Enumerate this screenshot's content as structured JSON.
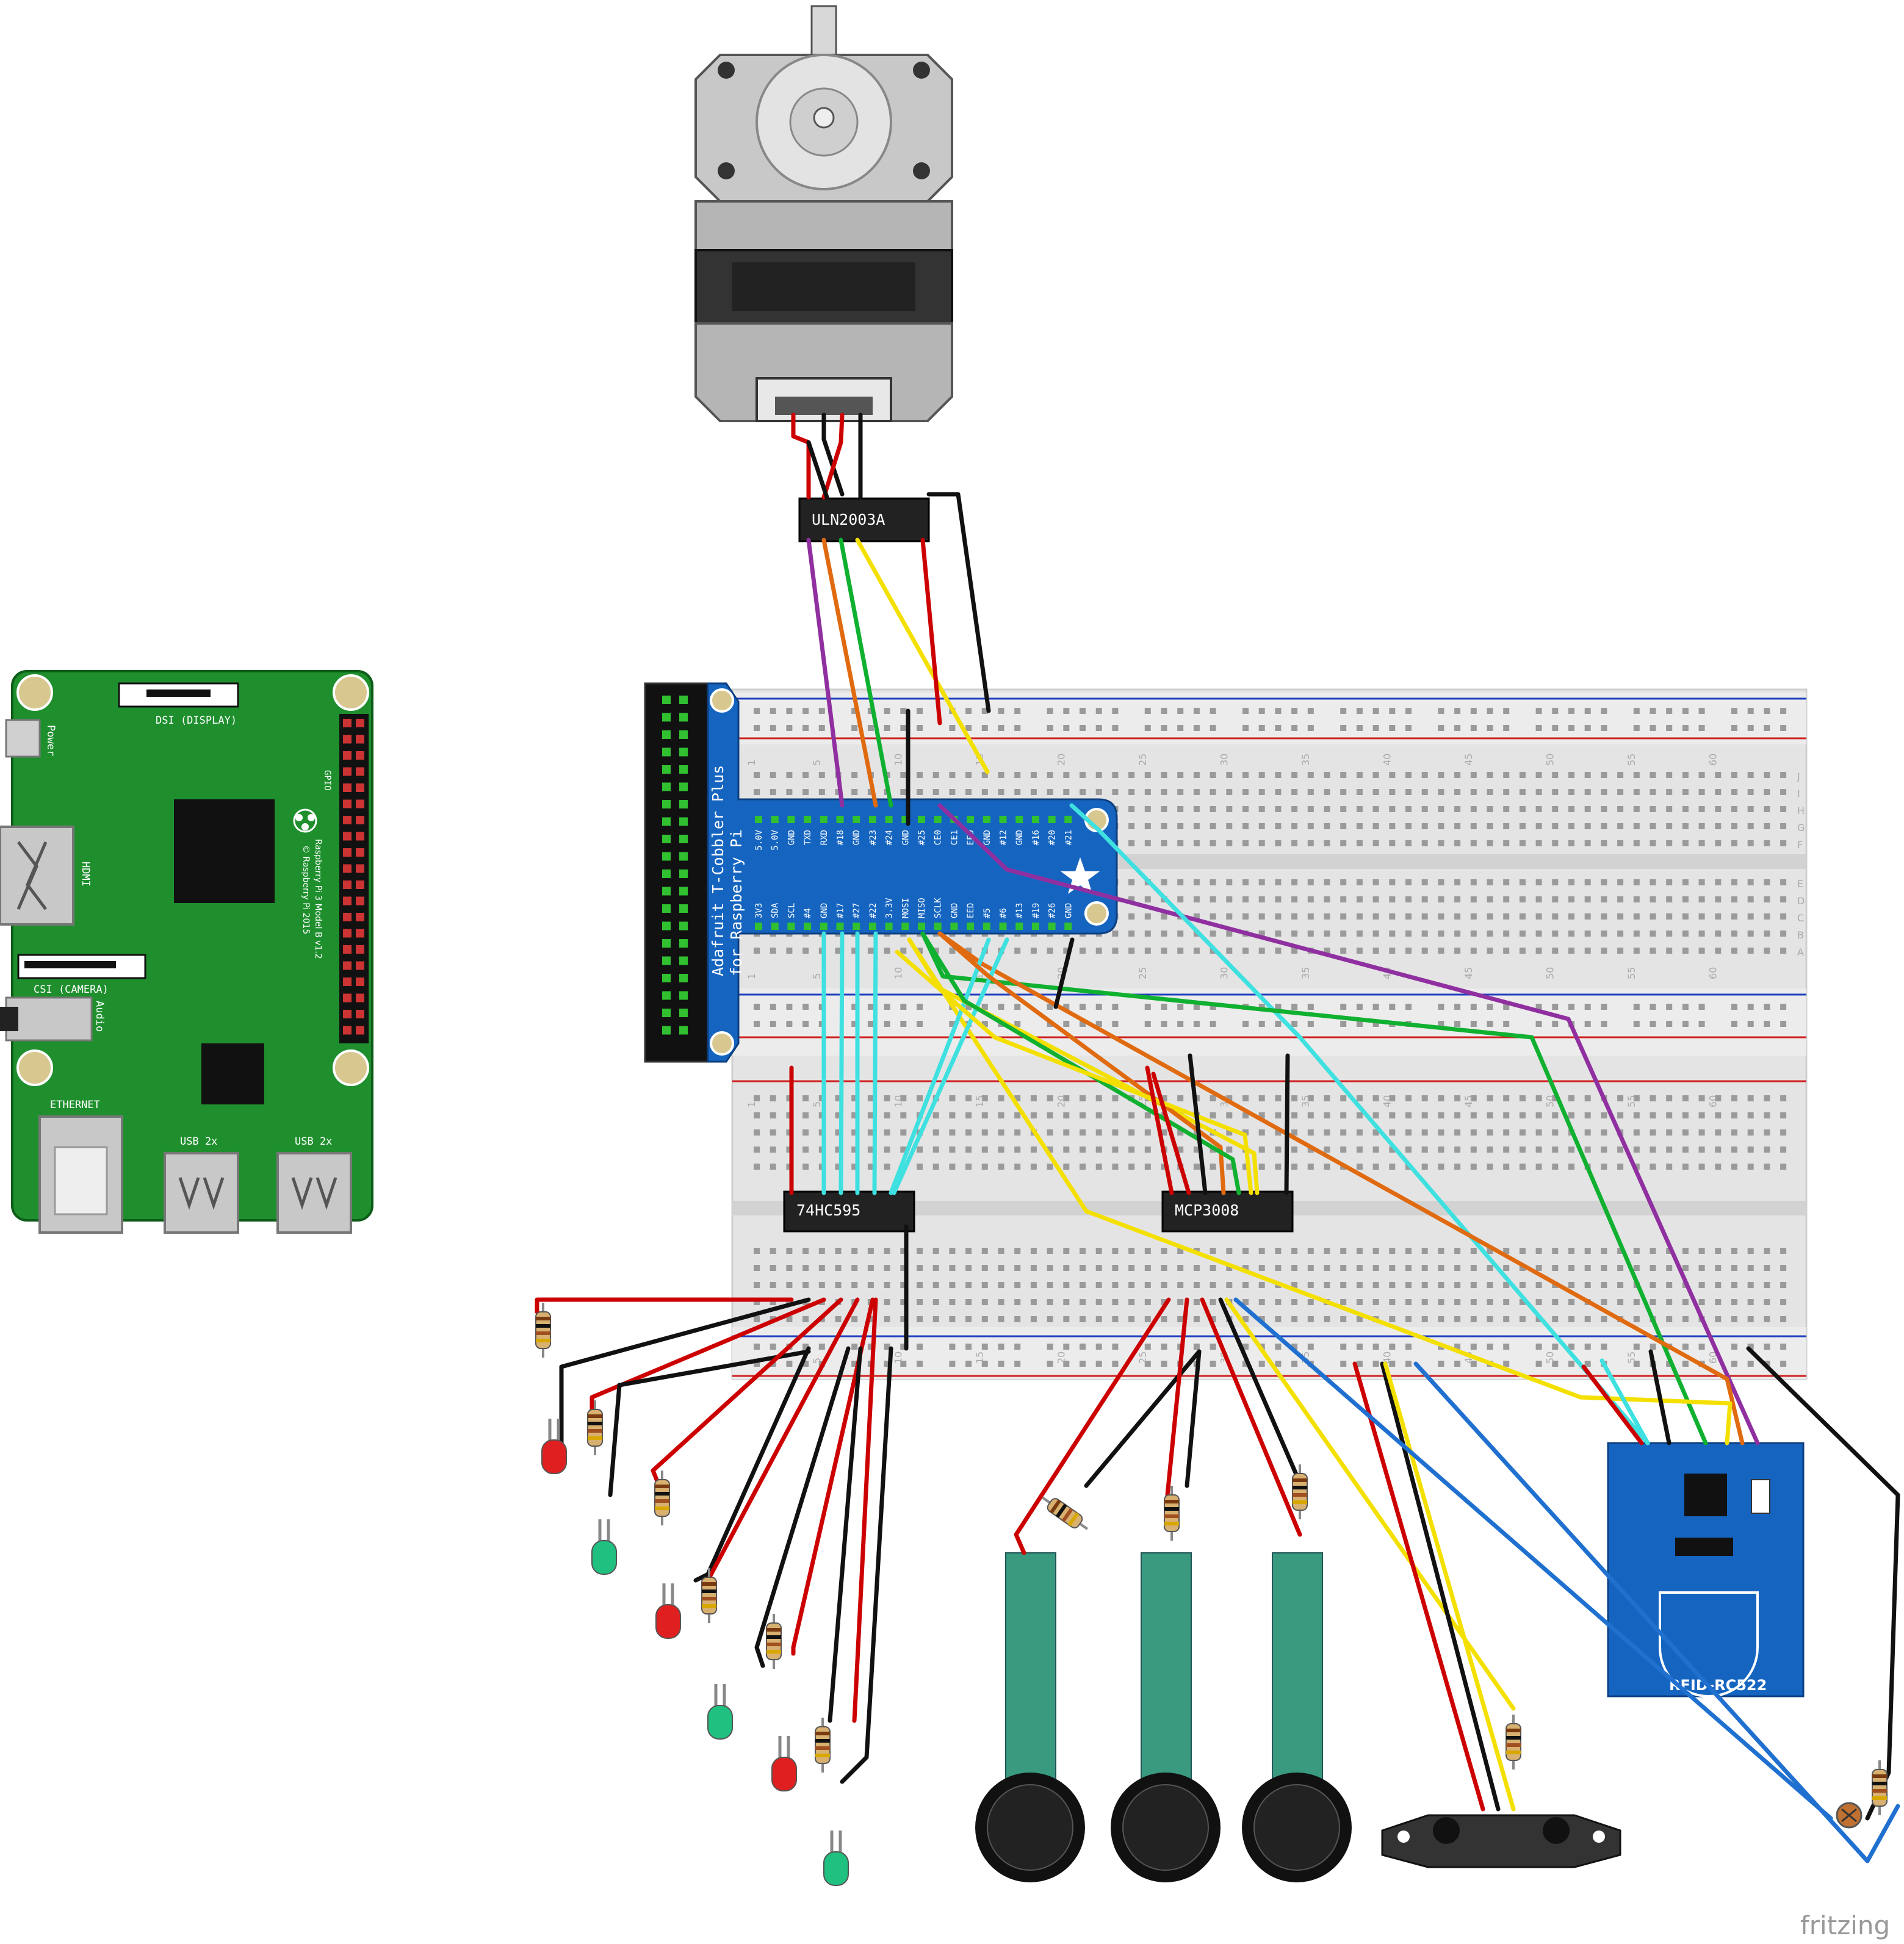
{
  "raspberry_pi": {
    "power_label": "Power",
    "dsi_label": "DSI (DISPLAY)",
    "hdmi_label": "HDMI",
    "csi_label": "CSI (CAMERA)",
    "audio_label": "Audio",
    "ethernet_label": "ETHERNET",
    "usb_left_label": "USB 2x",
    "usb_right_label": "USB 2x",
    "gpio_label": "GPIO",
    "model_label": "Raspberry Pi 3 Model B v1.2",
    "copyright_label": "© Raspberry Pi 2015"
  },
  "cobbler": {
    "title_line1": "Adafruit T-Cobbler Plus",
    "title_line2": "for Raspberry Pi",
    "top_pins": [
      "5.0V",
      "5.0V",
      "GND",
      "TXD",
      "RXD",
      "#18",
      "GND",
      "#23",
      "#24",
      "GND",
      "#25",
      "CE0",
      "CE1",
      "EED",
      "GND",
      "#12",
      "GND",
      "#16",
      "#20",
      "#21"
    ],
    "bottom_pins": [
      "3V3",
      "SDA",
      "SCL",
      "#4",
      "GND",
      "#17",
      "#27",
      "#22",
      "3.3V",
      "MOSI",
      "MISO",
      "SCLK",
      "GND",
      "EED",
      "#5",
      "#6",
      "#13",
      "#19",
      "#26",
      "GND"
    ]
  },
  "breadboard": {
    "column_numbers": [
      "1",
      "5",
      "10",
      "15",
      "20",
      "25",
      "30",
      "35",
      "40",
      "45",
      "50",
      "55",
      "60"
    ],
    "row_letters_top": [
      "J",
      "I",
      "H",
      "G",
      "F"
    ],
    "row_letters_bottom": [
      "E",
      "D",
      "C",
      "B",
      "A"
    ]
  },
  "chips": {
    "uln": "ULN2003A",
    "shift": "74HC595",
    "adc": "MCP3008"
  },
  "rfid": {
    "label": "RFID-RC522"
  },
  "brand": {
    "label": "fritzing"
  },
  "colors": {
    "pcb_green": "#1f8f2e",
    "cobbler_blue": "#1565c0",
    "rfid_blue": "#1565c0",
    "wire_red": "#cc0000",
    "wire_black": "#111111",
    "wire_yellow": "#f4e000",
    "wire_green": "#10b030",
    "wire_cyan": "#3fe0e0",
    "wire_purple": "#9030a0",
    "wire_orange": "#e06a10",
    "wire_blue": "#2070d0",
    "led_red": "#e02020",
    "led_green": "#20c080"
  }
}
